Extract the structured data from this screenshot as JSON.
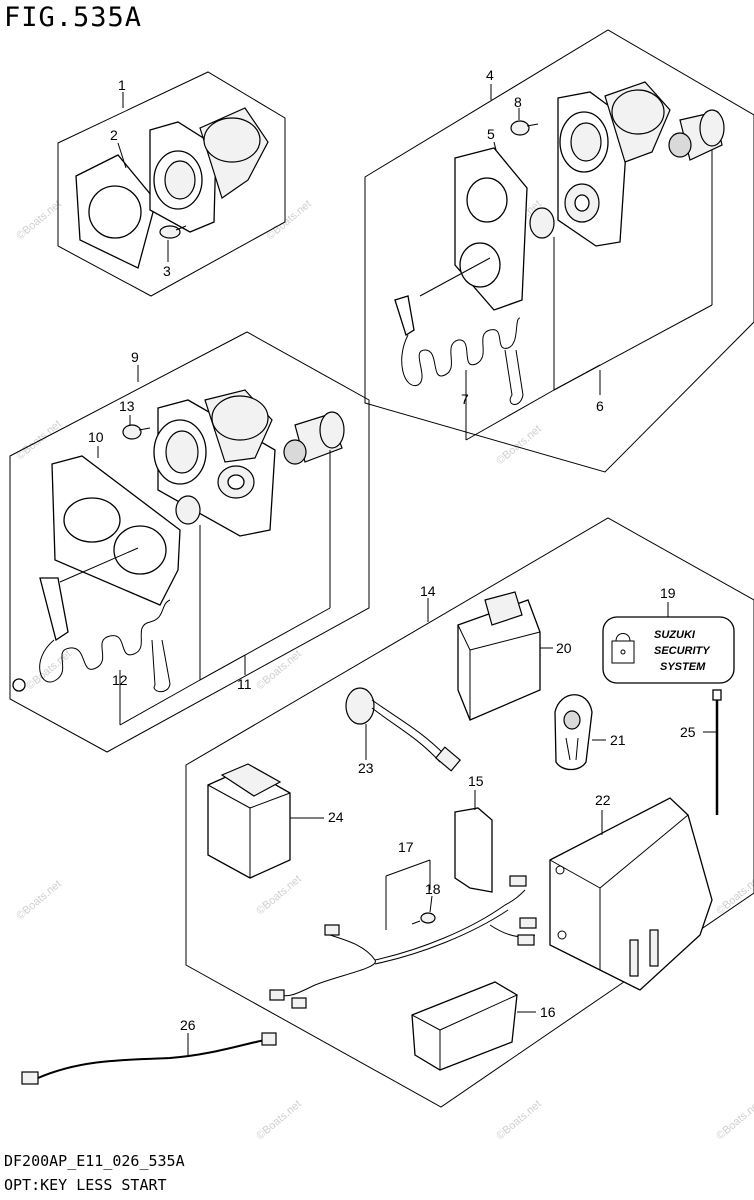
{
  "figure": {
    "title": "FIG.535A",
    "code": "DF200AP_E11_026_535A",
    "subtitle": "OPT:KEY LESS START"
  },
  "parts": [
    "1",
    "2",
    "3",
    "4",
    "5",
    "6",
    "7",
    "8",
    "9",
    "10",
    "11",
    "12",
    "13",
    "14",
    "15",
    "16",
    "17",
    "18",
    "19",
    "20",
    "21",
    "22",
    "23",
    "24",
    "25",
    "26"
  ],
  "label": {
    "brand": "SUZUKI",
    "line2": "SECURITY",
    "line3": "SYSTEM"
  },
  "watermark": "©Boats.net"
}
